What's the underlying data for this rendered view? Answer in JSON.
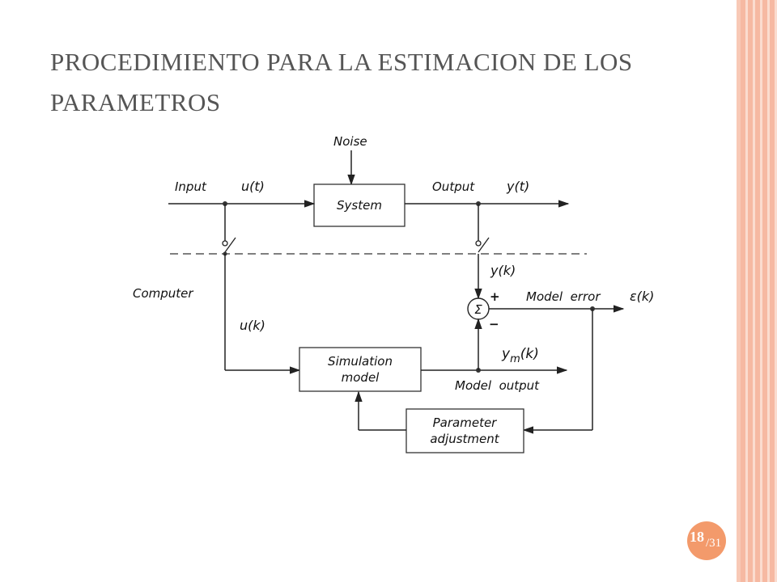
{
  "slide": {
    "title": "PROCEDIMIENTO PARA LA ESTIMACION DE LOS PARAMETROS",
    "page_current": "18",
    "page_total": "/31",
    "accent_color": "#f39a6b",
    "title_color": "#555555"
  },
  "diagram": {
    "noise_label": "Noise",
    "input_label": "Input",
    "input_signal": "u(t)",
    "system_label": "System",
    "output_label": "Output",
    "output_signal": "y(t)",
    "sampled_output": "y(k)",
    "computer_label": "Computer",
    "sampled_input": "u(k)",
    "sum_symbol": "Σ",
    "plus_sign": "+",
    "minus_sign": "−",
    "model_error_label": "Model  error",
    "error_signal": "ε(k)",
    "simulation_model_line1": "Simulation",
    "simulation_model_line2": "model",
    "model_output_signal_main": "y",
    "model_output_signal_sub": "m",
    "model_output_signal_arg": "(k)",
    "model_output_label": "Model  output",
    "parameter_adjustment_line1": "Parameter",
    "parameter_adjustment_line2": "adjustment"
  }
}
